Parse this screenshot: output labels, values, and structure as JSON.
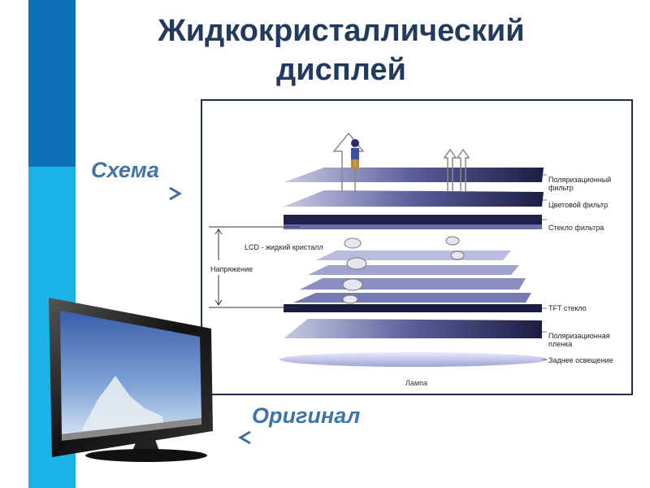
{
  "title": {
    "line1": "Жидкокристаллический",
    "line2": "дисплей"
  },
  "labels": {
    "scheme": "Схема",
    "original": "Оригинал"
  },
  "diagram": {
    "layers": {
      "polarizer_filter": "Поляризационный фильтр",
      "color_filter": "Цветовой фильтр",
      "filter_glass": "Стекло фильтра",
      "tft_glass": "TFT стекло",
      "polarizer_film": "Поляризационная пленка",
      "backlight": "Заднее освещение"
    },
    "lcd_label": "LCD - жидкий кристалл",
    "voltage_label": "Напряжение",
    "lamp_label": "Лампа"
  },
  "colors": {
    "accent_dark": "#0d71b8",
    "accent_light": "#1ab4e9",
    "title": "#233a60",
    "labels": "#3f74a4"
  },
  "icons": {
    "scheme_arrow": "arrow-right",
    "original_arrow": "arrow-left"
  }
}
